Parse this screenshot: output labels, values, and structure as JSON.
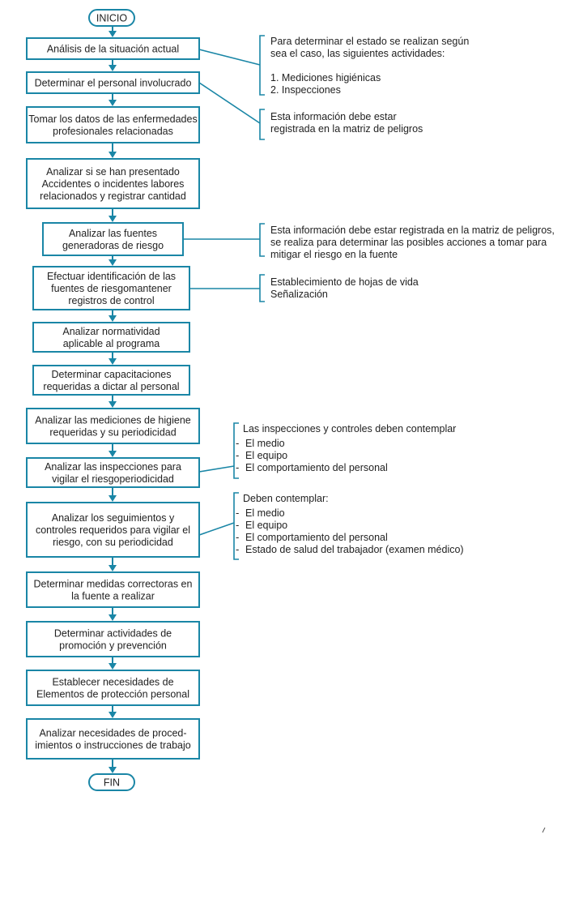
{
  "flow": {
    "start": "INICIO",
    "end": "FIN",
    "steps": [
      {
        "lines": [
          "Análisis de la situación actual"
        ]
      },
      {
        "lines": [
          "Determinar el personal involucrado"
        ]
      },
      {
        "lines": [
          "Tomar los datos de las enfermedades",
          "profesionales relacionadas"
        ]
      },
      {
        "lines": [
          "Analizar si se han presentado",
          "Accidentes o incidentes labores",
          "relacionados y registrar cantidad"
        ]
      },
      {
        "lines": [
          "Analizar las fuentes",
          "generadoras de riesgo"
        ]
      },
      {
        "lines": [
          "Efectuar identificación de las",
          "fuentes de riesgomantener",
          "registros de control"
        ]
      },
      {
        "lines": [
          "Analizar normatividad",
          "aplicable al programa"
        ]
      },
      {
        "lines": [
          "Determinar capacitaciones",
          "requeridas a dictar al personal"
        ]
      },
      {
        "lines": [
          "Analizar las mediciones de higiene",
          "requeridas y su periodicidad"
        ]
      },
      {
        "lines": [
          "Analizar las inspecciones para",
          "vigilar el riesgoperiodicidad"
        ]
      },
      {
        "lines": [
          "Analizar los seguimientos y",
          "controles requeridos para vigilar el",
          "riesgo, con su periodicidad"
        ]
      },
      {
        "lines": [
          "Determinar medidas correctoras en",
          "la fuente a realizar"
        ]
      },
      {
        "lines": [
          "Determinar actividades de",
          "promoción y prevención"
        ]
      },
      {
        "lines": [
          "Establecer necesidades de",
          "Elementos de protección personal"
        ]
      },
      {
        "lines": [
          "Analizar necesidades de proced-",
          "imientos o instrucciones de trabajo"
        ]
      }
    ]
  },
  "notes": [
    {
      "lines": [
        "Para determinar el estado se realizan según",
        "sea el caso, las siguientes actividades:",
        "",
        "1. Mediciones higiénicas",
        "2. Inspecciones"
      ]
    },
    {
      "lines": [
        "Esta información debe estar",
        "registrada en la matriz de peligros"
      ]
    },
    {
      "lines": [
        "Esta información debe estar registrada en la matriz de peligros,",
        "se realiza para determinar las posibles acciones a tomar para",
        "mitigar el riesgo en la fuente"
      ]
    },
    {
      "lines": [
        "Establecimiento de hojas de vida",
        "Señalización"
      ]
    },
    {
      "heading": "Las inspecciones y controles deben contemplar",
      "items": [
        "El medio",
        "El equipo",
        "El comportamiento del personal"
      ]
    },
    {
      "heading": "Deben contemplar:",
      "items": [
        "El medio",
        "El equipo",
        "El comportamiento del personal",
        "Estado de salud del trabajador (examen médico)"
      ]
    }
  ]
}
